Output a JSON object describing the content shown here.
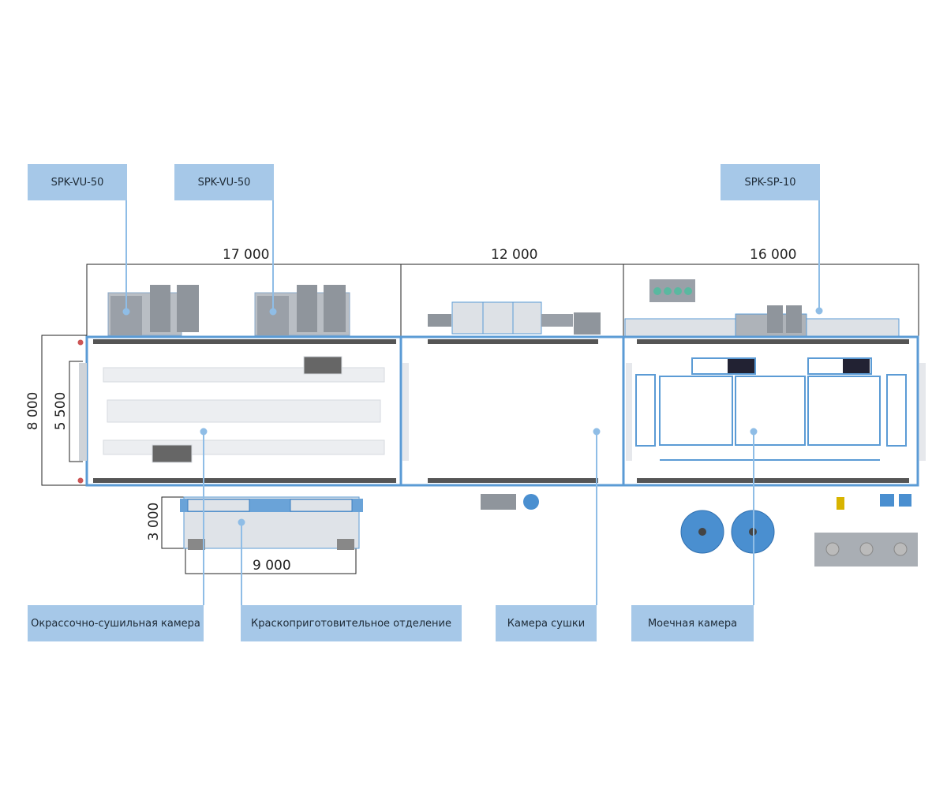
{
  "callouts_top": [
    {
      "text": "SPK-VU-50"
    },
    {
      "text": "SPK-VU-50"
    },
    {
      "text": "SPK-SP-10"
    }
  ],
  "callouts_bottom": [
    {
      "text": "Окрассочно-сушильная камера"
    },
    {
      "text": "Краскоприготовительное отделение"
    },
    {
      "text": "Камера сушки"
    },
    {
      "text": "Моечная камера"
    }
  ],
  "dimensions": {
    "section1_length": "17 000",
    "section2_length": "12 000",
    "section3_length": "16 000",
    "total_width": "8 000",
    "inner_width": "5 500",
    "prep_width": "3 000",
    "prep_length": "9 000"
  },
  "colors": {
    "callout_fill": "#a6c8e8",
    "wall_blue": "#5b9bd5",
    "equipment_gray": "#9aa0a8"
  }
}
